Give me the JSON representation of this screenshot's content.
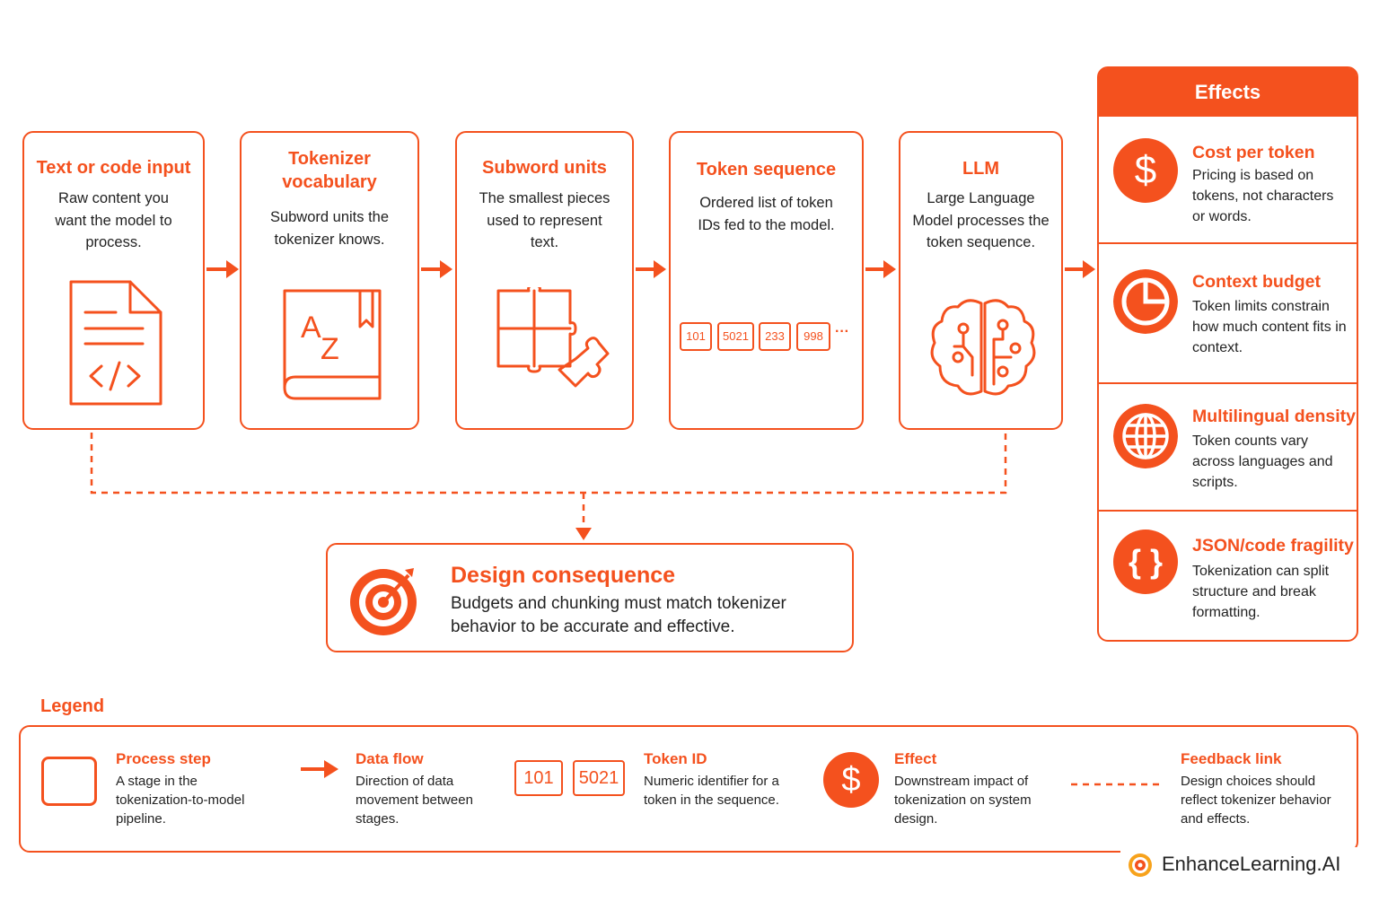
{
  "steps": [
    {
      "title": "Text or code input",
      "desc": "Raw content you want the model to process.",
      "icon": "code-file-icon"
    },
    {
      "title": "Tokenizer vocabulary",
      "desc": "Subword units the tokenizer knows.",
      "icon": "dictionary-book-icon"
    },
    {
      "title": "Subword units",
      "desc": "The smallest pieces used to represent text.",
      "icon": "puzzle-pieces-icon"
    },
    {
      "title": "Token sequence",
      "desc": "Ordered list of token IDs fed to the model.",
      "icon": "token-ids"
    },
    {
      "title": "LLM",
      "desc": "Large Language Model processes the token sequence.",
      "icon": "brain-circuit-icon"
    }
  ],
  "token_ids": [
    "101",
    "5021",
    "233",
    "998",
    "···"
  ],
  "book_letters": [
    "A",
    "Z"
  ],
  "effects": {
    "header": "Effects",
    "items": [
      {
        "title": "Cost per token",
        "desc": "Pricing is based on tokens, not characters or words.",
        "icon": "dollar-icon",
        "glyph": "$"
      },
      {
        "title": "Context budget",
        "desc": "Token limits constrain how much content fits in context.",
        "icon": "pie-chart-icon"
      },
      {
        "title": "Multilingual density",
        "desc": "Token counts vary across languages and scripts.",
        "icon": "globe-icon"
      },
      {
        "title": "JSON/code fragility",
        "desc": "Tokenization can split structure and break formatting.",
        "icon": "curly-braces-icon",
        "glyph": "{ }"
      }
    ]
  },
  "consequence": {
    "title": "Design consequence",
    "desc": "Budgets and chunking must match tokenizer behavior to be accurate and effective.",
    "icon": "target-icon"
  },
  "legend": {
    "title": "Legend",
    "items": [
      {
        "title": "Process step",
        "desc": "A stage in the tokenization-to-model pipeline."
      },
      {
        "title": "Data flow",
        "desc": "Direction of data movement between stages."
      },
      {
        "title": "Token ID",
        "desc": "Numeric identifier for a token in the sequence.",
        "samples": [
          "101",
          "5021"
        ]
      },
      {
        "title": "Effect",
        "desc": "Downstream impact of tokenization on system design.",
        "glyph": "$"
      },
      {
        "title": "Feedback link",
        "desc": "Design choices should reflect tokenizer behavior and effects."
      }
    ]
  },
  "brand": {
    "name": "EnhanceLearning.AI"
  },
  "colors": {
    "accent": "#f4511e",
    "text": "#222222",
    "background": "#ffffff"
  }
}
